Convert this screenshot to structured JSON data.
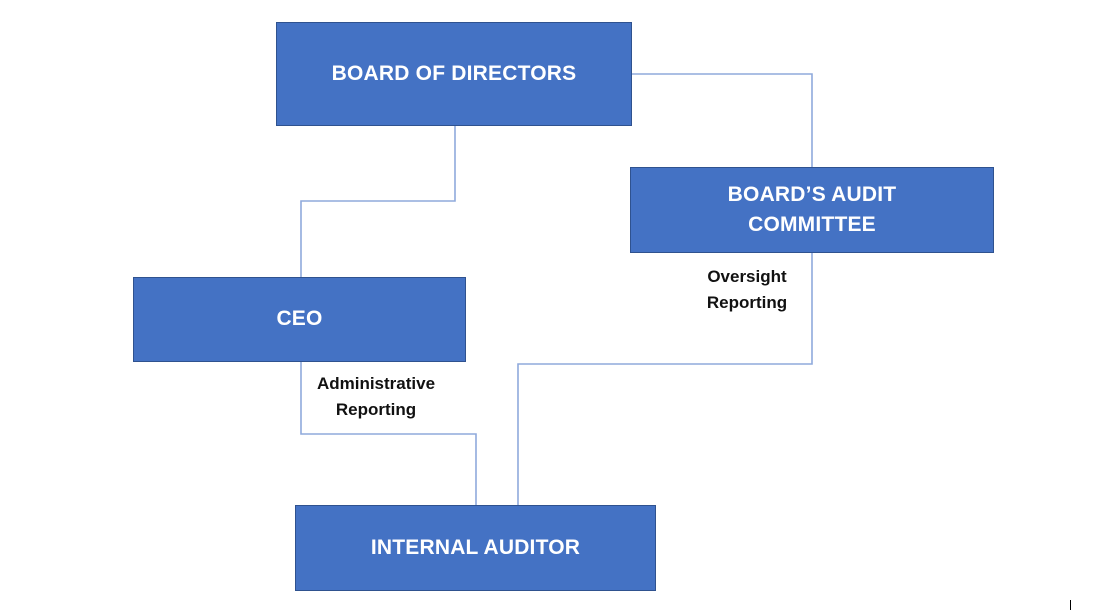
{
  "diagram": {
    "nodes": {
      "board": "BOARD OF DIRECTORS",
      "audit_committee_line1": "BOARD’S AUDIT",
      "audit_committee_line2": "COMMITTEE",
      "ceo": "CEO",
      "internal_auditor": "INTERNAL AUDITOR"
    },
    "edge_labels": {
      "oversight_line1": "Oversight",
      "oversight_line2": "Reporting",
      "administrative_line1": "Administrative",
      "administrative_line2": "Reporting"
    },
    "colors": {
      "box_fill": "#4472c4",
      "box_border": "#2f528f",
      "connector": "#8faadc",
      "box_text": "#ffffff",
      "label_text": "#111111"
    }
  }
}
